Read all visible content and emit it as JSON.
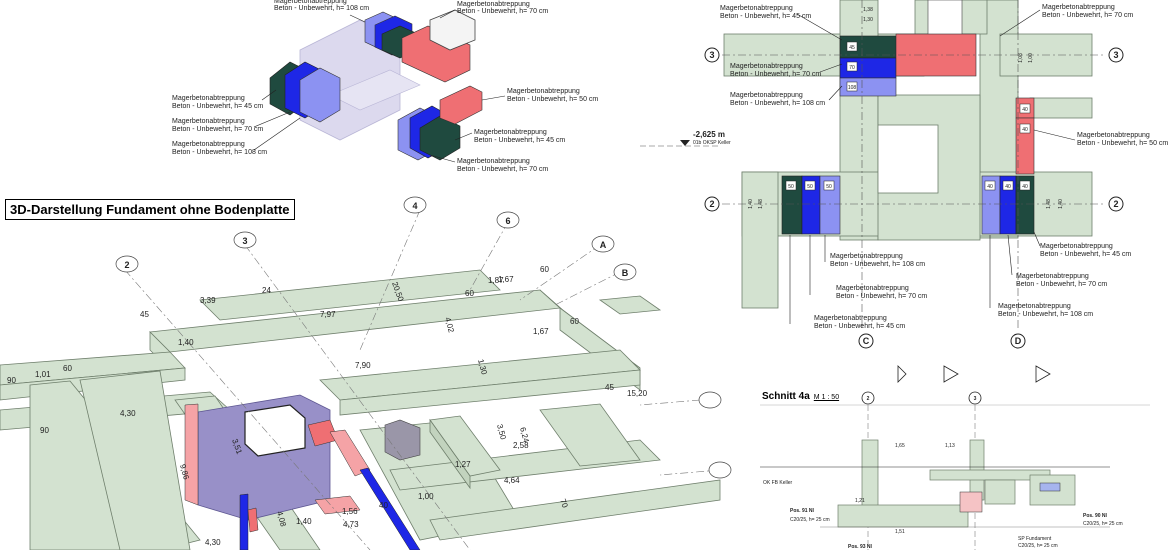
{
  "title_3d": "3D-Darstellung Fundament ohne Bodenplatte",
  "section_title": "Schnitt 4a",
  "section_scale": "M 1 : 50",
  "level_marker": {
    "value": "-2,625 m",
    "name": "01b OKSP Keller"
  },
  "callout_title": "Magerbetonabtreppung",
  "callout_lines": {
    "h45": "Beton - Unbewehrt, h= 45 cm",
    "h50": "Beton - Unbewehrt, h= 50 cm",
    "h70": "Beton - Unbewehrt, h= 70 cm",
    "h108": "Beton - Unbewehrt, h= 108 cm",
    "h70_partial": "Beton - Unbewehrt, h= 70 cm",
    "h108_partial": "Beton - Unbewehrt, h= 108 cm",
    "h45_partial": "Beton - Unbewehrt, h= 45 cm"
  },
  "grid_labels": {
    "plan_3_left": "3",
    "plan_3_right": "3",
    "plan_2_left": "2",
    "plan_2_right": "2",
    "plan_c": "C",
    "plan_d": "D",
    "iso_2": "2",
    "iso_3": "3",
    "iso_4": "4",
    "iso_6": "6",
    "iso_a": "A",
    "iso_b": "B",
    "sec_2": "2",
    "sec_3": "3"
  },
  "plan_tags": {
    "t50": "50",
    "t70": "70",
    "t108": "108",
    "t45": "45",
    "t40": "40",
    "d138": "1,38",
    "d130": "1,30",
    "d108b": "1,08",
    "d100": "1,00",
    "d140": "1,40",
    "d148": "1,48",
    "d140b": "1,40",
    "d148b": "1,48"
  },
  "iso_dims": {
    "d339": "3,39",
    "d24": "24",
    "d797": "7,97",
    "d790": "7,90",
    "d45": "45",
    "d140": "1,40",
    "d101": "1,01",
    "d60": "60",
    "d90": "90",
    "d430": "4,30",
    "d351": "3,51",
    "d402": "4,02",
    "d130": "1,30",
    "d187": "1,87",
    "d167": "1,67",
    "d350": "3,50",
    "d624": "6,24",
    "d258": "2,58",
    "d127": "1,27",
    "d464": "4,64",
    "d100": "1,00",
    "d156": "1,56",
    "d473": "4,73",
    "d408": "4,08",
    "d986": "9,86",
    "d430b": "4,30",
    "d40": "40",
    "d70": "70",
    "d1520": "15,20",
    "d2050": "20,50"
  },
  "section_text": {
    "pos91": "Pos. 91 NI",
    "pos90": "Pos. 90 NI",
    "pos93": "Pos. 93 NI",
    "okfb": "OK FB Keller",
    "c25": "C20/25, h= 25 cm",
    "sp": "SP Fundament",
    "d165": "1,65",
    "d113": "1,13",
    "d121": "1,21",
    "d151": "1,51"
  },
  "colors": {
    "foundation": "#d3e2d0",
    "foundation_edge": "#6f7f6c",
    "step45": "#1f4a3f",
    "step70": "#1e27e6",
    "step108": "#8c92f2",
    "step50": "#ef6f73",
    "step_light": "#f5a3a6",
    "purple": "#9890c8"
  }
}
